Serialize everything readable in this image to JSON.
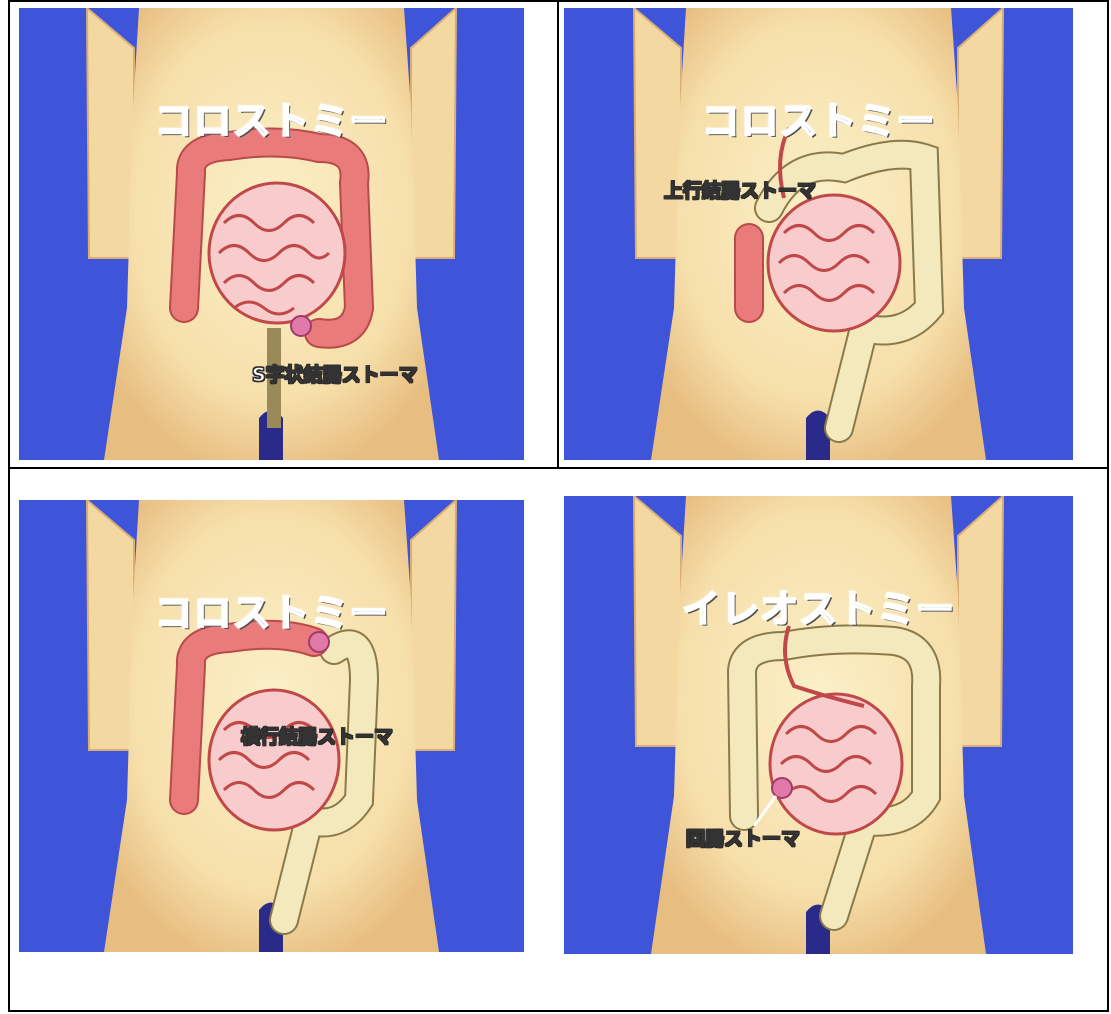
{
  "colors": {
    "background_blue": "#3f55d9",
    "skin": "#f6dfaa",
    "colon_red": "#e97b7b",
    "inactive_colon": "#f4e9bd",
    "title_blue": "#4a78d8",
    "title_green": "#3cc23c"
  },
  "panels": [
    {
      "title": "コロストミー",
      "label": "S字状結腸ストーマ"
    },
    {
      "title": "コロストミー",
      "label": "上行結腸ストーマ"
    },
    {
      "title": "コロストミー",
      "label": "横行結腸ストーマ"
    },
    {
      "title": "イレオストミー",
      "label": "回腸ストーマ"
    }
  ]
}
